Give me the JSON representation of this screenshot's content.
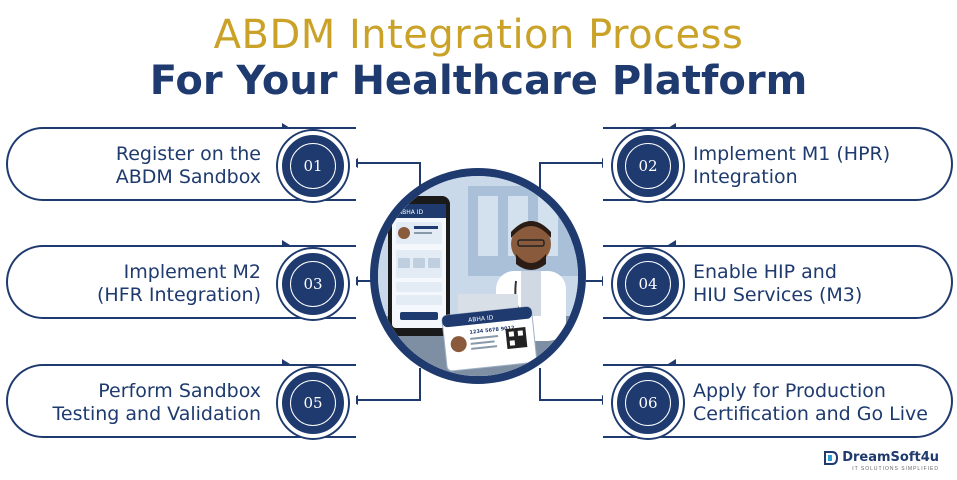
{
  "title": {
    "line1": "ABDM Integration Process",
    "line2": "For Your Healthcare Platform"
  },
  "steps": [
    {
      "number": "01",
      "line1": "Register on the",
      "line2": "ABDM Sandbox"
    },
    {
      "number": "02",
      "line1": "Implement M1 (HPR)",
      "line2": "Integration"
    },
    {
      "number": "03",
      "line1": "Implement M2",
      "line2": "(HFR Integration)"
    },
    {
      "number": "04",
      "line1": "Enable HIP and",
      "line2": "HIU Services (M3)"
    },
    {
      "number": "05",
      "line1": "Perform Sandbox",
      "line2": "Testing and Validation"
    },
    {
      "number": "06",
      "line1": "Apply for Production",
      "line2": "Certification and Go Live"
    }
  ],
  "illustration": {
    "phone_header": "ABHA ID",
    "card_header": "ABHA ID",
    "card_number": "1234 5678 9012"
  },
  "logo": {
    "name": "DreamSoft4u",
    "tagline": "IT SOLUTIONS SIMPLIFIED"
  },
  "colors": {
    "navy": "#1e3a6e",
    "gold": "#c9a227"
  }
}
